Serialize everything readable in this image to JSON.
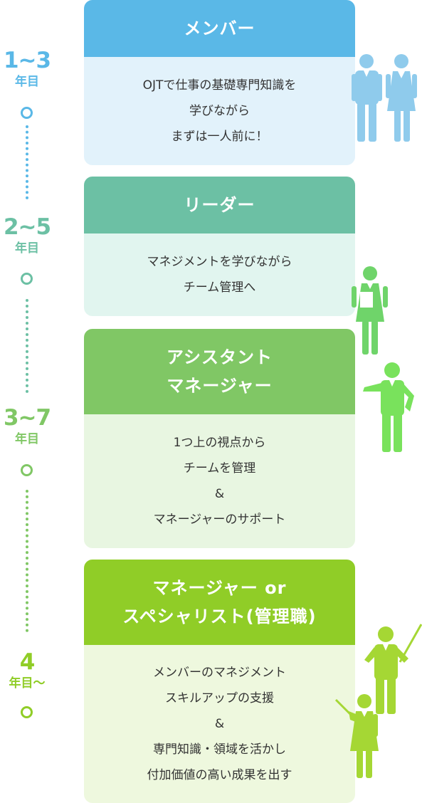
{
  "colors": {
    "stage1": "#5ab8e7",
    "stage1_bg": "#e2f2fb",
    "stage2": "#6cc0a4",
    "stage2_bg": "#e1f5ef",
    "stage3": "#80c765",
    "stage3_bg": "#e8f6e1",
    "stage4": "#90cd27",
    "stage4_bg": "#eef8de"
  },
  "stages": [
    {
      "years_num": "1~3",
      "years_unit": "年目",
      "title": "メンバー",
      "description": "OJTで仕事の基礎専門知識を\n学びながら\nまずは一人前に！"
    },
    {
      "years_num": "2~5",
      "years_unit": "年目",
      "title": "リーダー",
      "description": "マネジメントを学びながら\nチーム管理へ"
    },
    {
      "years_num": "3~7",
      "years_unit": "年目",
      "title": "アシスタント\nマネージャー",
      "description": "1つ上の視点から\nチームを管理\n&\nマネージャーのサポート"
    },
    {
      "years_num": "4",
      "years_unit": "年目〜",
      "title": "マネージャー or\nスペシャリスト(管理職)",
      "description": "メンバーのマネジメント\nスキルアップの支援\n&\n専門知識・領域を活かし\n付加価値の高い成果を出す"
    }
  ]
}
